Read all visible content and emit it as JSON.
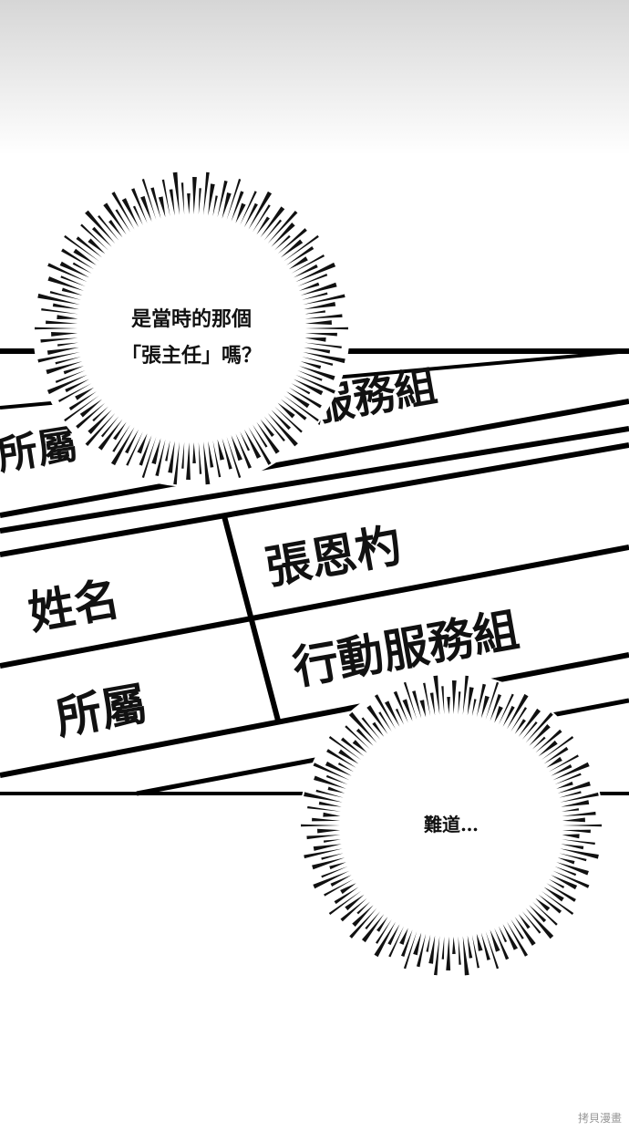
{
  "back_table": {
    "label_belong": "所屬",
    "value_dept": "動服務組"
  },
  "front_table": {
    "name_label": "姓名",
    "name_value": "張恩杓",
    "dept_label": "所屬",
    "dept_value": "行動服務組"
  },
  "bubbles": [
    {
      "line1": "是當時的那個",
      "line2": "「張主任」嗎？"
    },
    {
      "line1": "難道…"
    }
  ],
  "watermark": "拷貝漫畫"
}
